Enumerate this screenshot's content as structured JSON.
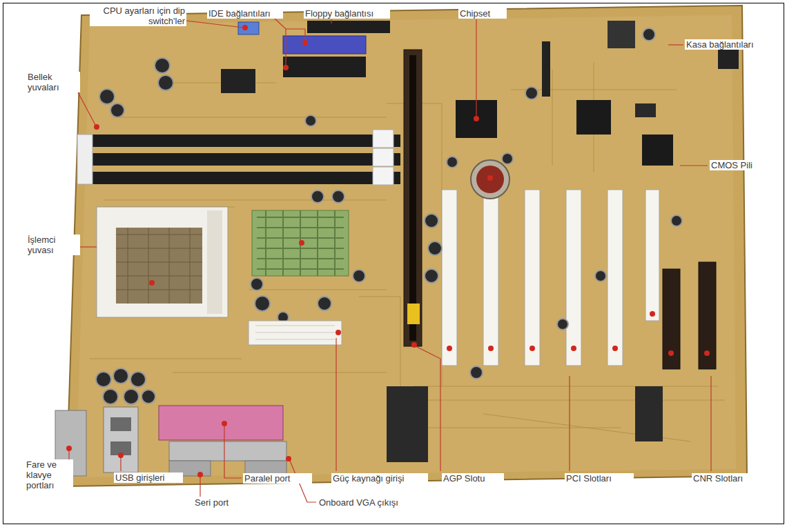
{
  "diagram": {
    "labels": [
      "CPU ayarları için dip switch'ler",
      "IDE bağlantıları",
      "Floppy bağlantısı",
      "Chipset",
      "Kasa bağlantıları",
      "Bellek yuvaları",
      "CMOS Pili",
      "İşlemci yuvası",
      "Fare ve klavye portları",
      "USB girişleri",
      "Paralel port",
      "Seri port",
      "Onboard VGA çıkışı",
      "Güç kaynağı girişi",
      "AGP Slotu",
      "PCI Slotları",
      "CNR Slotları"
    ]
  }
}
